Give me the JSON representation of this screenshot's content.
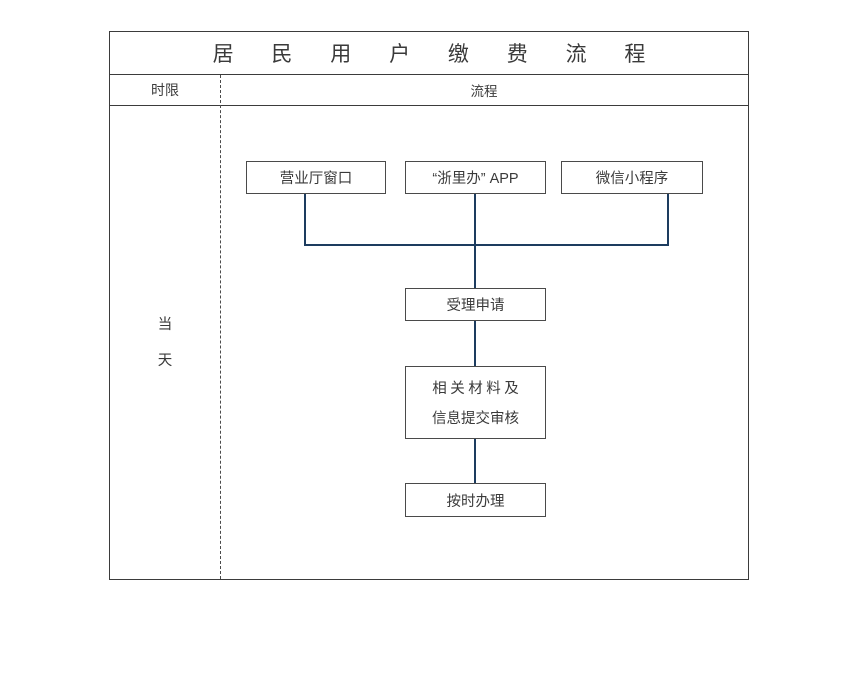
{
  "table": {
    "title": "居 民 用 户 缴 费 流 程",
    "columns": [
      {
        "key": "deadline",
        "header": "时限"
      },
      {
        "key": "process",
        "header": "流程"
      }
    ],
    "deadline_value_line1": "当",
    "deadline_value_line2": "天"
  },
  "flow": {
    "nodes": [
      {
        "id": "window",
        "label": "营业厅窗口"
      },
      {
        "id": "app",
        "label": "“浙里办” APP"
      },
      {
        "id": "miniprog",
        "label": "微信小程序"
      },
      {
        "id": "accept",
        "label": "受理申请"
      },
      {
        "id": "submit",
        "label_line1": "相关材料及",
        "label_line2": "信息提交审核"
      },
      {
        "id": "handle",
        "label": "按时办理"
      }
    ],
    "connections": [
      {
        "from": "window",
        "to": "rail"
      },
      {
        "from": "app",
        "to": "rail"
      },
      {
        "from": "miniprog",
        "to": "rail"
      },
      {
        "from": "rail",
        "to": "accept"
      },
      {
        "from": "accept",
        "to": "submit"
      },
      {
        "from": "submit",
        "to": "handle"
      }
    ]
  },
  "colors": {
    "connector": "#1d3c5f",
    "node_border": "#4a4a4a",
    "frame_border": "#3b3b3b",
    "text": "#3a3a3a",
    "background": "#ffffff"
  }
}
